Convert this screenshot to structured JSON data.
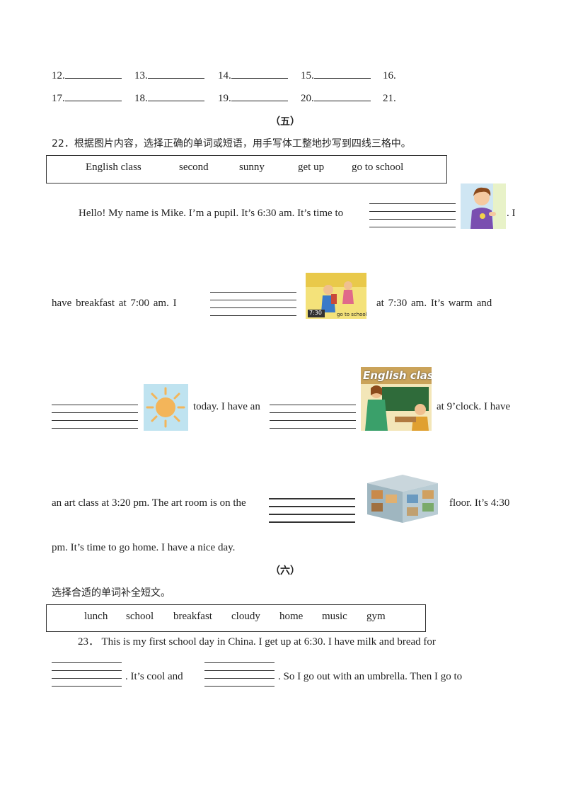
{
  "numbered_blanks": {
    "row1": [
      "12.",
      "13.",
      "14.",
      "15.",
      "16."
    ],
    "row2": [
      "17.",
      "18.",
      "19.",
      "20.",
      "21."
    ]
  },
  "section5": {
    "heading": "（五）",
    "instruction": "22．根据图片内容，选择正确的单词或短语，用手写体工整地抄写到四线三格中。",
    "word_bank": [
      "English class",
      "second",
      "sunny",
      "get up",
      "go to school"
    ],
    "passage": {
      "p1": "Hello! My name is Mike. I’m a pupil. It’s 6:30 am. It’s time to",
      "p1_end": ". I",
      "p2_start": "have  breakfast  at  7:00  am.  I",
      "p2_end": "at  7:30  am.  It’s  warm  and",
      "p3_mid": "today. I have an",
      "p3_end": "at 9’clock. I have",
      "p4_start": "an art class at 3:20 pm. The art room is on the",
      "p4_end": "floor. It’s 4:30",
      "p5": "pm. It’s time to go home. I have a nice day."
    },
    "image_text": {
      "clock": "7:30",
      "go_to_school": "go to school",
      "english_class": "English class"
    }
  },
  "section6": {
    "heading": "（六）",
    "instruction": "选择合适的单词补全短文。",
    "word_bank": [
      "lunch",
      "school",
      "breakfast",
      "cloudy",
      "home",
      "music",
      "gym"
    ],
    "passage": {
      "p1": "23．  This  is  my  first  school  day  in  China.  I  get  up  at  6:30.  I  have  milk  and  bread  for",
      "p2_a": ".  It’s  cool  and",
      "p2_b": ".  So  I  go  out  with  an  umbrella.  Then  I  go  to"
    }
  },
  "colors": {
    "text": "#222222",
    "sky_blue": "#bfe3f0",
    "sun": "#f3b55a",
    "board_green": "#2f6b3a"
  }
}
